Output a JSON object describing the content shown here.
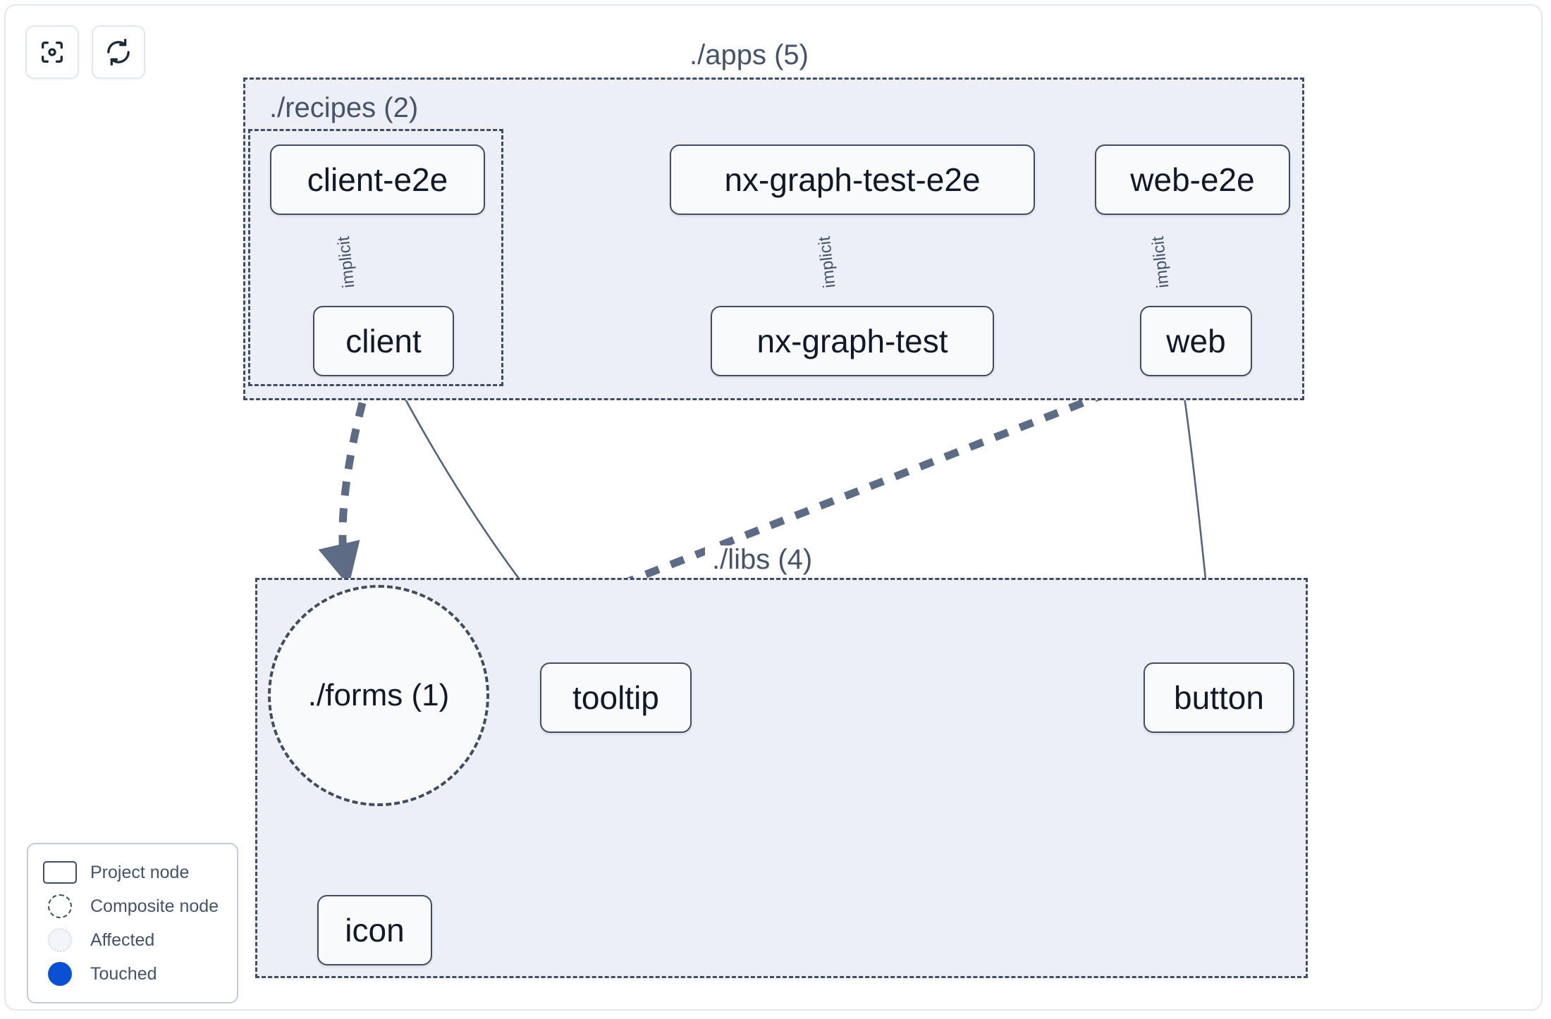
{
  "toolbar": {
    "buttons": [
      {
        "name": "focus-graph-button",
        "icon": "focus-target-icon"
      },
      {
        "name": "refresh-graph-button",
        "icon": "refresh-icon"
      }
    ]
  },
  "graph": {
    "groups": [
      {
        "id": "apps",
        "label": "./apps (5)"
      },
      {
        "id": "recipes",
        "label": "./recipes (2)"
      },
      {
        "id": "libs",
        "label": "./libs (4)"
      }
    ],
    "nodes": [
      {
        "id": "client-e2e",
        "label": "client-e2e",
        "type": "project"
      },
      {
        "id": "nx-graph-test-e2e",
        "label": "nx-graph-test-e2e",
        "type": "project"
      },
      {
        "id": "web-e2e",
        "label": "web-e2e",
        "type": "project"
      },
      {
        "id": "client",
        "label": "client",
        "type": "project"
      },
      {
        "id": "nx-graph-test",
        "label": "nx-graph-test",
        "type": "project"
      },
      {
        "id": "web",
        "label": "web",
        "type": "project"
      },
      {
        "id": "forms",
        "label": "./forms (1)",
        "type": "composite"
      },
      {
        "id": "tooltip",
        "label": "tooltip",
        "type": "project"
      },
      {
        "id": "button",
        "label": "button",
        "type": "project"
      },
      {
        "id": "icon",
        "label": "icon",
        "type": "project"
      }
    ],
    "edges": [
      {
        "from": "client-e2e",
        "to": "client",
        "label": "implicit",
        "style": "solid"
      },
      {
        "from": "nx-graph-test-e2e",
        "to": "nx-graph-test",
        "label": "implicit",
        "style": "solid"
      },
      {
        "from": "web-e2e",
        "to": "web",
        "label": "implicit",
        "style": "solid"
      },
      {
        "from": "client",
        "to": "forms",
        "label": "",
        "style": "dashed"
      },
      {
        "from": "client",
        "to": "tooltip",
        "label": "",
        "style": "solid"
      },
      {
        "from": "web",
        "to": "forms",
        "label": "",
        "style": "dashed"
      },
      {
        "from": "web",
        "to": "button",
        "label": "",
        "style": "solid"
      },
      {
        "from": "forms",
        "to": "icon",
        "label": "",
        "style": "dashed"
      }
    ]
  },
  "legend": {
    "items": [
      {
        "swatch": "project-node-swatch",
        "label": "Project node"
      },
      {
        "swatch": "composite-node-swatch",
        "label": "Composite node"
      },
      {
        "swatch": "affected-swatch",
        "label": "Affected"
      },
      {
        "swatch": "touched-swatch",
        "label": "Touched"
      }
    ]
  },
  "colors": {
    "node_border": "#3f4c61",
    "group_fill": "#eceff5",
    "edge": "#55637c",
    "touched": "#0b4fd4",
    "label_text": "#46536b"
  }
}
